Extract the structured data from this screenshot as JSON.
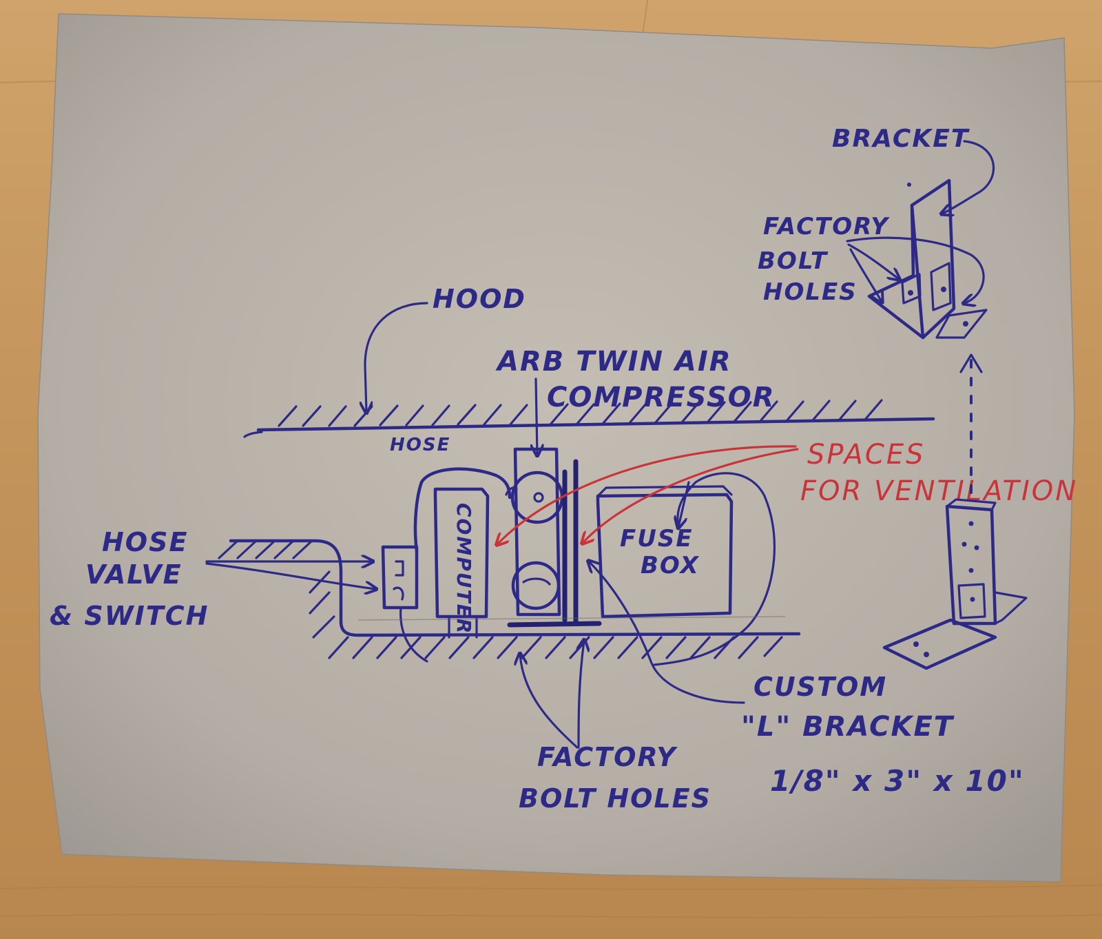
{
  "labels": {
    "hood": "HOOD",
    "compressor_line1": "ARB TWIN AIR",
    "compressor_line2": "COMPRESSOR",
    "hose": "HOSE",
    "hose_valve_line1": "HOSE",
    "hose_valve_line2": "VALVE",
    "hose_valve_line3": "& SWITCH",
    "computer": "COMPUTER",
    "fuse_line1": "FUSE",
    "fuse_line2": "BOX",
    "ventilation_line1": "SPACES",
    "ventilation_line2": "FOR VENTILATION",
    "custom_line1": "CUSTOM",
    "custom_line2": "\"L\" BRACKET",
    "custom_line3": "1/8\" x 3\" x 10\"",
    "factory_bottom_line1": "FACTORY",
    "factory_bottom_line2": "BOLT HOLES",
    "bracket": "BRACKET",
    "factory_top_line1": "FACTORY",
    "factory_top_line2": "BOLT",
    "factory_top_line3": "HOLES"
  },
  "colors": {
    "ink": "#2c2a86",
    "red_ink": "#c9343a",
    "paper": "#bdb6ad",
    "wood": "#c79a62"
  }
}
